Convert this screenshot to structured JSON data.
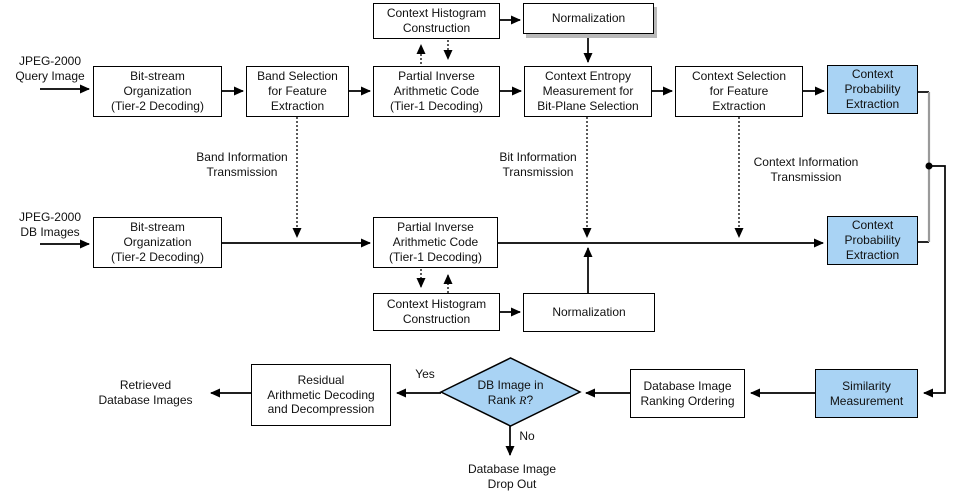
{
  "colors": {
    "highlight_fill": "#a9d3f4",
    "box_border": "#000000",
    "line": "#000000",
    "gray_line": "#9a9a9a",
    "shadow": "#b9b9b9"
  },
  "inputs": {
    "query": "JPEG-2000\nQuery Image",
    "db": "JPEG-2000\nDB Images"
  },
  "nodes": {
    "ctx_hist_top": "Context Histogram\nConstruction",
    "norm_top": "Normalization",
    "bitstream_query": "Bit-stream\nOrganization\n(Tier-2 Decoding)",
    "band_selection": "Band Selection\nfor Feature\nExtraction",
    "partial_inverse_query": "Partial Inverse\nArithmetic Code\n(Tier-1 Decoding)",
    "ctx_entropy": "Context Entropy\nMeasurement for\nBit-Plane Selection",
    "ctx_selection": "Context Selection\nfor Feature\nExtraction",
    "ctx_prob_query": "Context\nProbability\nExtraction",
    "bitstream_db": "Bit-stream\nOrganization\n(Tier-2 Decoding)",
    "partial_inverse_db": "Partial Inverse\nArithmetic Code\n(Tier-1 Decoding)",
    "ctx_prob_db": "Context\nProbability\nExtraction",
    "ctx_hist_bottom": "Context Histogram\nConstruction",
    "norm_bottom": "Normalization",
    "residual": "Residual\nArithmetic Decoding\nand Decompression",
    "ranking": "Database Image\nRanking Ordering",
    "similarity": "Similarity\nMeasurement"
  },
  "decision": {
    "line1": "DB Image in",
    "rank_prefix": "Rank ",
    "rank_var": "R",
    "suffix": "?"
  },
  "edge_labels": {
    "band_info": "Band Information\nTransmission",
    "bit_info": "Bit Information\nTransmission",
    "context_info": "Context Information\nTransmission",
    "yes": "Yes",
    "no": "No"
  },
  "outputs": {
    "retrieved": "Retrieved\nDatabase Images",
    "drop_out": "Database Image\nDrop Out"
  }
}
